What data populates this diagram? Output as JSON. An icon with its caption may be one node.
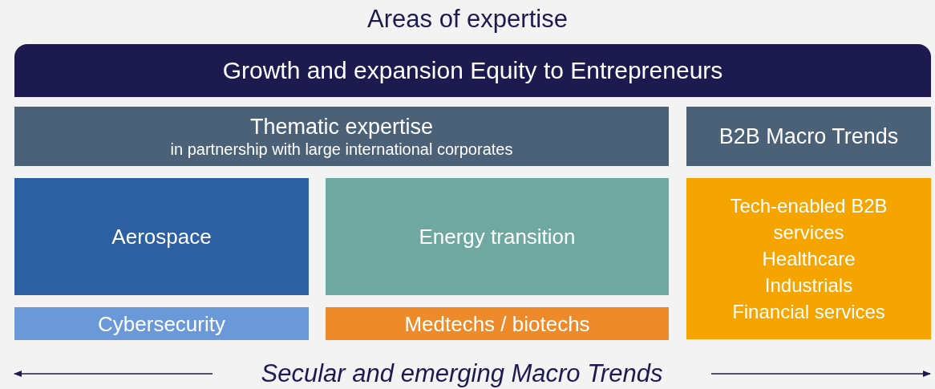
{
  "diagram": {
    "title": "Areas of expertise",
    "nodes": [
      {
        "text": [
          "Growth and expansion Equity to Entrepreneurs"
        ]
      },
      {
        "text": [
          "Thematic expertise",
          "in partnership with large international corporates"
        ]
      },
      {
        "text": [
          "B2B Macro Trends"
        ]
      },
      {
        "text": [
          "Aerospace"
        ]
      },
      {
        "text": [
          "Energy transition"
        ]
      },
      {
        "text": [
          "Tech-enabled B2B services",
          "Healthcare",
          "Industrials",
          "Financial services"
        ]
      },
      {
        "text": [
          "Cybersecurity"
        ]
      },
      {
        "text": [
          "Medtechs / biotechs"
        ]
      }
    ],
    "labels": [
      "Secular and emerging Macro Trends"
    ]
  }
}
